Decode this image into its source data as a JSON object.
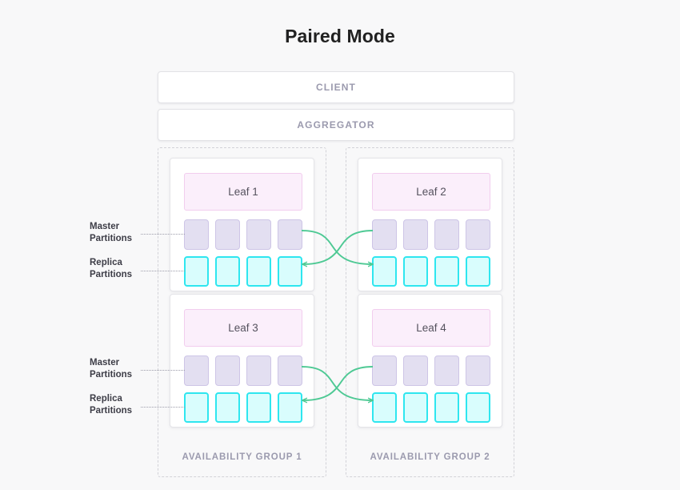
{
  "title": "Paired Mode",
  "top_nodes": [
    {
      "id": "client",
      "label": "CLIENT"
    },
    {
      "id": "aggregator",
      "label": "AGGREGATOR"
    }
  ],
  "side_labels": [
    {
      "line1": "Master",
      "line2": "Partitions"
    },
    {
      "line1": "Replica",
      "line2": "Partitions"
    },
    {
      "line1": "Master",
      "line2": "Partitions"
    },
    {
      "line1": "Replica",
      "line2": "Partitions"
    }
  ],
  "availability_groups": [
    {
      "id": "ag1",
      "label": "AVAILABILITY GROUP 1",
      "leaves": [
        {
          "id": "leaf1",
          "label": "Leaf 1",
          "master_partitions": 4,
          "replica_partitions": 4
        },
        {
          "id": "leaf3",
          "label": "Leaf 3",
          "master_partitions": 4,
          "replica_partitions": 4
        }
      ]
    },
    {
      "id": "ag2",
      "label": "AVAILABILITY GROUP 2",
      "leaves": [
        {
          "id": "leaf2",
          "label": "Leaf 2",
          "master_partitions": 4,
          "replica_partitions": 4
        },
        {
          "id": "leaf4",
          "label": "Leaf 4",
          "master_partitions": 4,
          "replica_partitions": 4
        }
      ]
    }
  ],
  "replication_links": [
    {
      "from": "leaf1-master",
      "to": "leaf2-replica",
      "direction": "right"
    },
    {
      "from": "leaf2-master",
      "to": "leaf1-replica",
      "direction": "left"
    },
    {
      "from": "leaf3-master",
      "to": "leaf4-replica",
      "direction": "right"
    },
    {
      "from": "leaf4-master",
      "to": "leaf3-replica",
      "direction": "left"
    }
  ],
  "colors": {
    "background": "#f8f8f9",
    "leaf_fill": "#fbeffb",
    "leaf_border": "#f2cdee",
    "master_fill": "#e3dff1",
    "master_border": "#cdc5e6",
    "replica_fill": "#d9fdfd",
    "replica_border": "#2ee6ef",
    "arrow": "#4ec994",
    "muted_text": "#9b9aae",
    "title_text": "#212121"
  }
}
